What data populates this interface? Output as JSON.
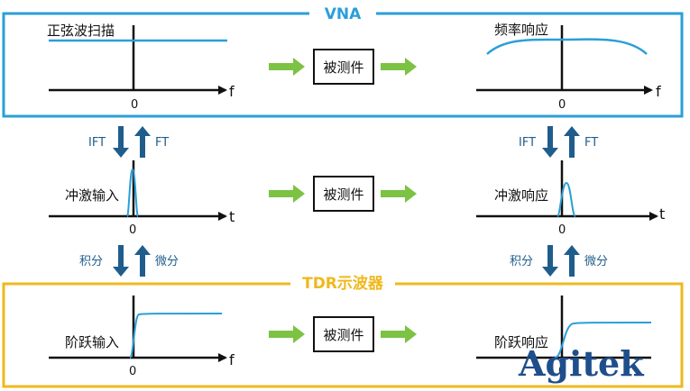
{
  "colors": {
    "vna_frame": "#2a9fd8",
    "tdr_frame": "#f0b81e",
    "signal": "#2a9fd8",
    "arrow_green": "#7cc243",
    "transform_arrow": "#1f5d8c",
    "axis": "#111111",
    "logo": "#1f4e8c"
  },
  "vna": {
    "title": "VNA",
    "left_label": "正弦波扫描",
    "right_label": "频率响应",
    "dut": "被测件",
    "x_axis": "f",
    "origin": "0"
  },
  "transform_1": {
    "down": "IFT",
    "up": "FT"
  },
  "impulse": {
    "left_label": "冲激输入",
    "right_label": "冲激响应",
    "dut": "被测件",
    "x_axis": "t",
    "origin": "0"
  },
  "transform_2": {
    "down": "积分",
    "up": "微分"
  },
  "tdr": {
    "title": "TDR示波器",
    "left_label": "阶跃输入",
    "right_label": "阶跃响应",
    "dut": "被测件",
    "x_axis": "f",
    "origin": "0"
  },
  "logo": {
    "text": "Agitek"
  }
}
